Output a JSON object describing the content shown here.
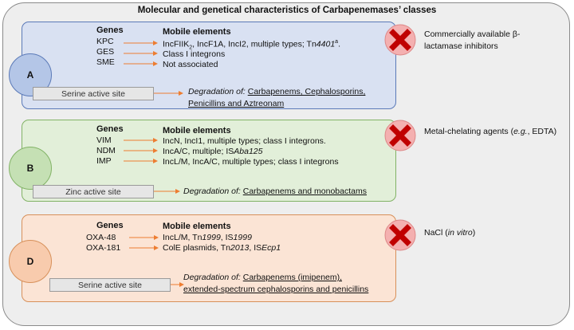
{
  "title": "Molecular and genetical characteristics of Carbapenemases’ classes",
  "headers": {
    "genes": "Genes",
    "mobile": "Mobile elements"
  },
  "degradation_prefix": "Degradation of:",
  "colors": {
    "class_A_fill": "#d9e1f2",
    "class_B_fill": "#e2efd9",
    "class_D_fill": "#fbe4d5",
    "arrow": "#ed7d31",
    "x_mark_fill": "#c00000",
    "x_mark_circle": "#f4b0b0"
  },
  "classes": {
    "A": {
      "label": "A",
      "genes": [
        "KPC",
        "GES",
        "SME"
      ],
      "mobile": [
        "IncFIIK2, IncF1A, IncI2, multiple types; Tn4401a.",
        "Class I integrons",
        "Not associated"
      ],
      "site": "Serine active site",
      "degradation": [
        "Carbapenems, Cephalosporins,",
        "Penicillins and Aztreonam"
      ],
      "inhibitor": [
        "Commercially available β-",
        "lactamase inhibitors"
      ]
    },
    "B": {
      "label": "B",
      "genes": [
        "VIM",
        "NDM",
        "IMP"
      ],
      "mobile": [
        "IncN, IncI1, multiple types; class I integrons.",
        "IncA/C, multiple; ISAba125",
        "IncL/M, IncA/C, multiple types; class I integrons"
      ],
      "site": "Zinc active site",
      "degradation": [
        "Carbapenems and monobactams"
      ],
      "inhibitor": [
        "Metal-chelating agents (e.g., EDTA)"
      ]
    },
    "D": {
      "label": "D",
      "genes": [
        "OXA-48",
        "OXA-181"
      ],
      "mobile": [
        "IncL/M, Tn1999, IS1999",
        "ColE plasmids, Tn2013, ISEcp1"
      ],
      "site": "Serine active site",
      "degradation": [
        "Carbapenems (imipenem),",
        "extended-spectrum cephalosporins and penicillins"
      ],
      "inhibitor": [
        "NaCl (in vitro)"
      ]
    }
  }
}
